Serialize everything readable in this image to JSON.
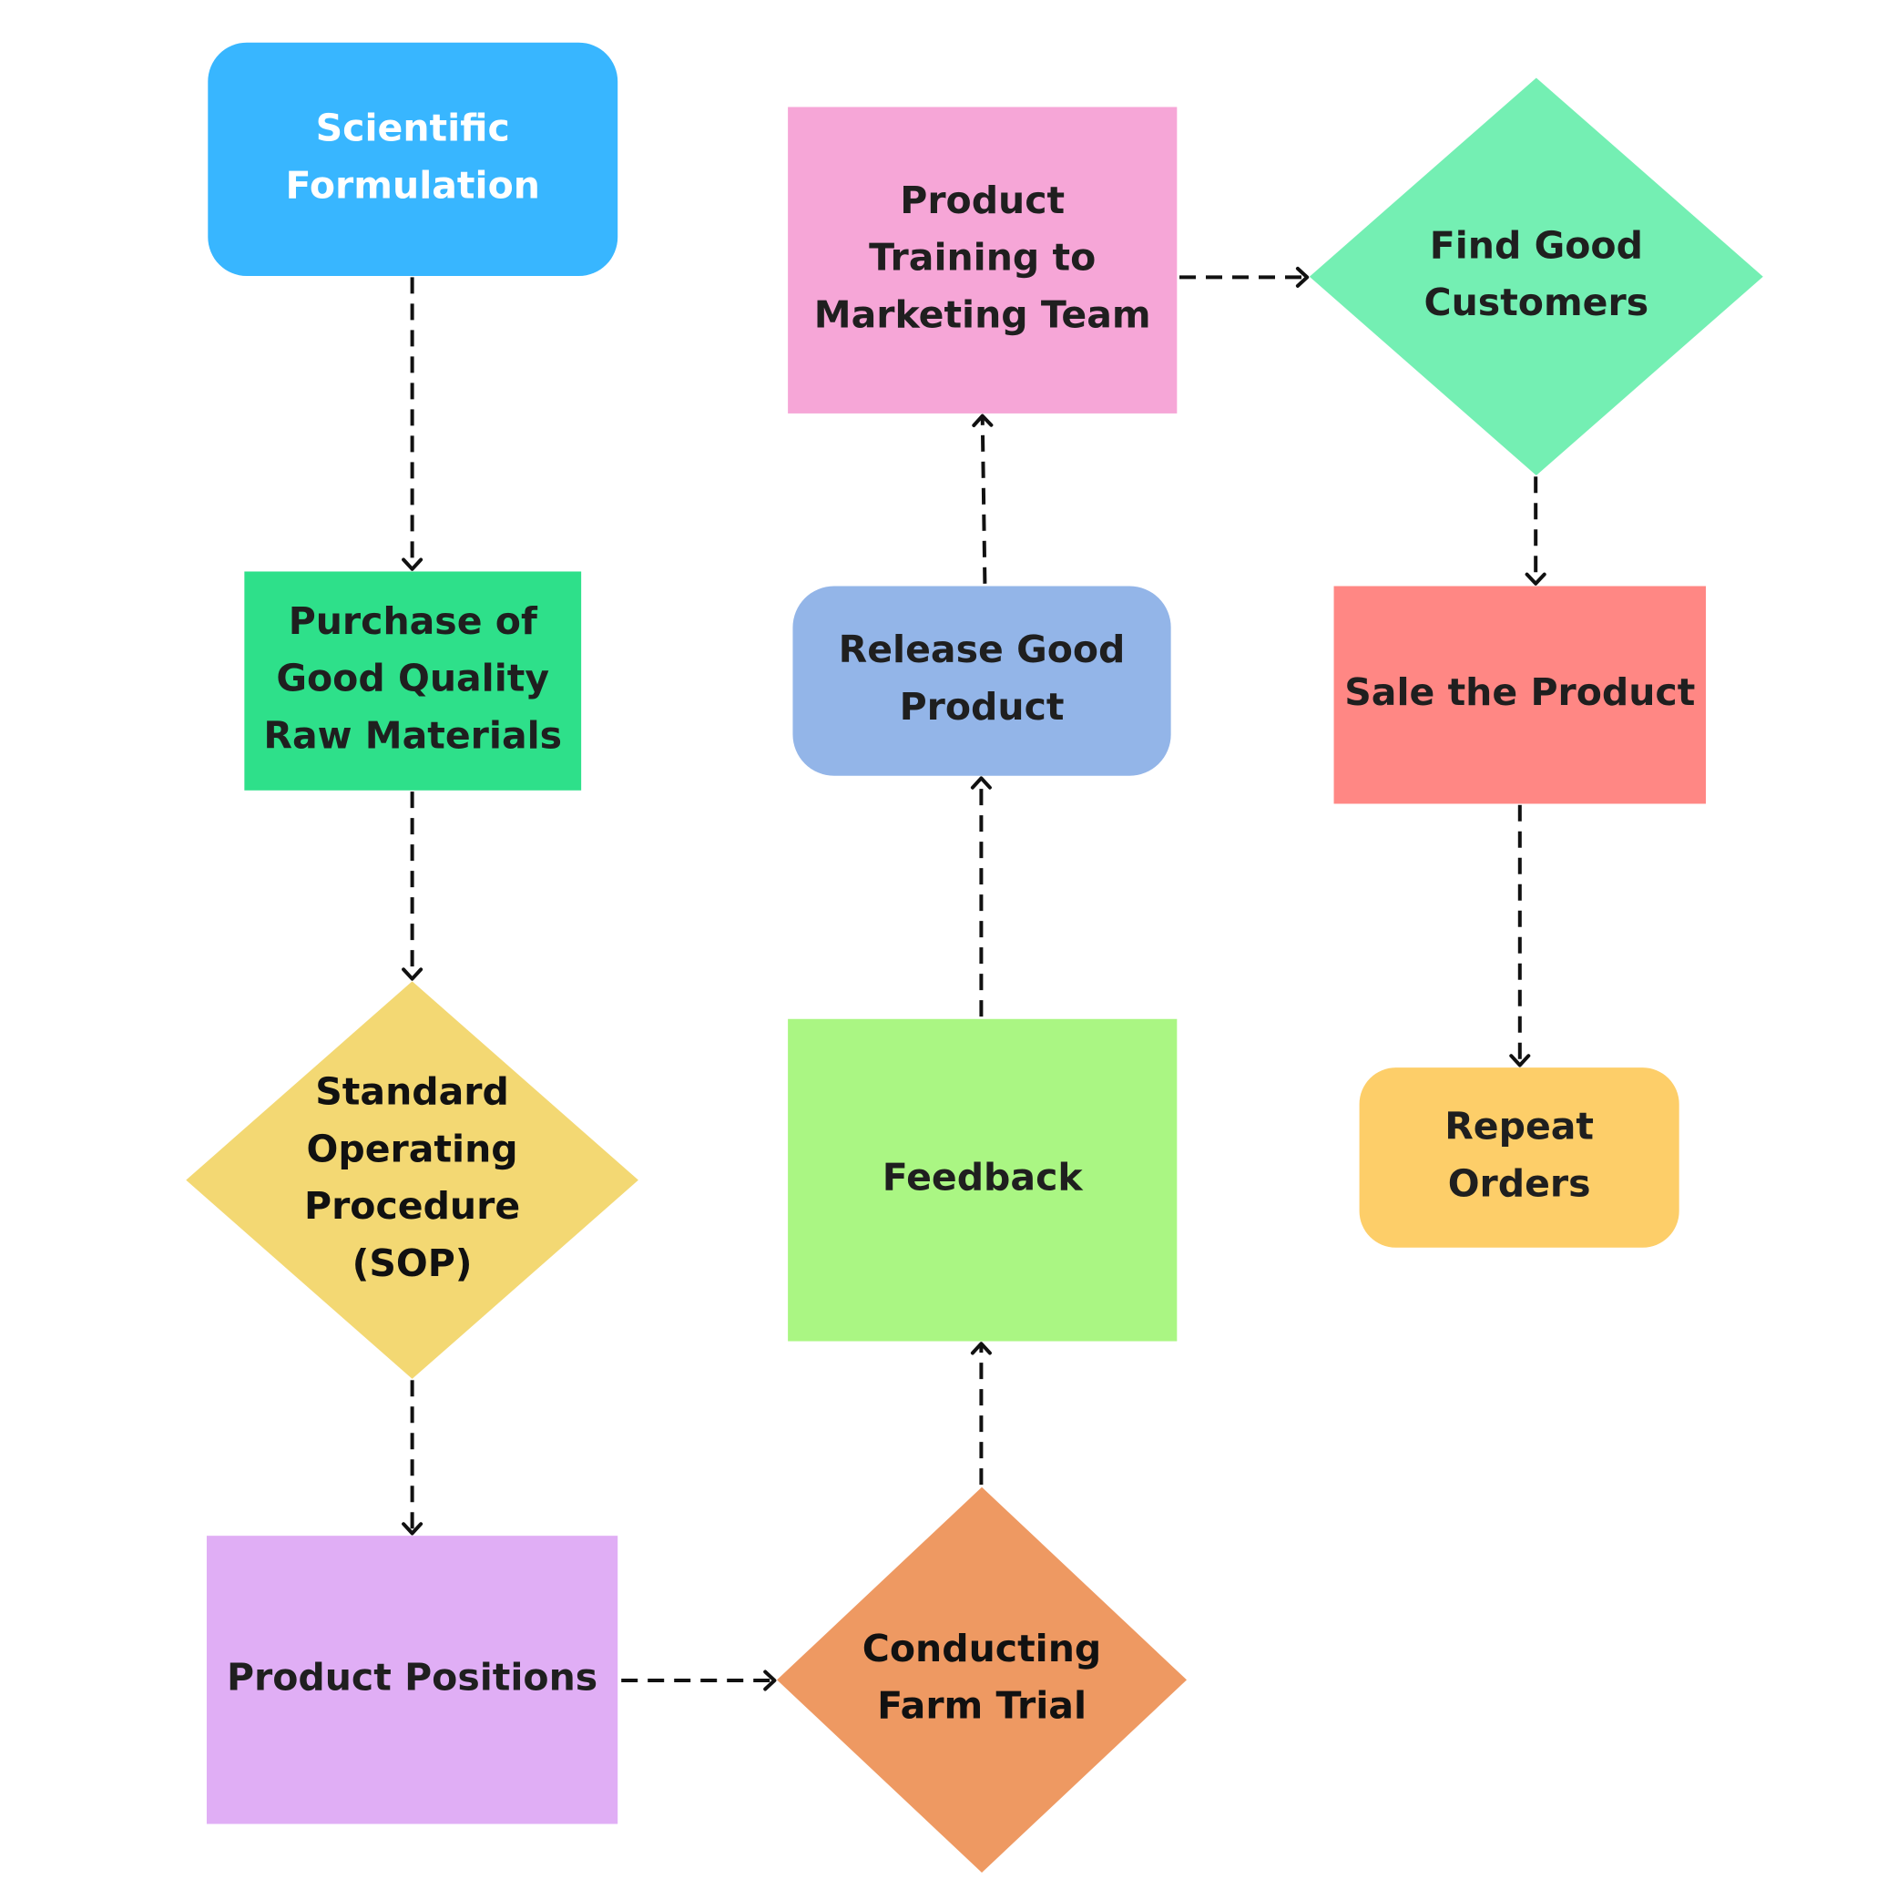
{
  "nodes": [
    {
      "id": "scientific-formulation",
      "shape": "rounded-rect",
      "color": "#38b6ff",
      "text_color": "#ffffff",
      "lines": [
        "Scientific",
        "Formulation"
      ]
    },
    {
      "id": "purchase-raw-materials",
      "shape": "rect",
      "color": "#2ee08a",
      "text_color": "#1f1f1f",
      "lines": [
        "Purchase of",
        "Good Quality",
        "Raw Materials"
      ]
    },
    {
      "id": "standard-operating-procedure",
      "shape": "diamond",
      "color": "#f3d873",
      "text_color": "#111111",
      "lines": [
        "Standard",
        "Operating",
        "Procedure",
        "(SOP)"
      ]
    },
    {
      "id": "product-positions",
      "shape": "rect",
      "color": "#e0aef5",
      "text_color": "#1f1f1f",
      "lines": [
        "Product Positions"
      ]
    },
    {
      "id": "conducting-farm-trial",
      "shape": "diamond",
      "color": "#ee9962",
      "text_color": "#111111",
      "lines": [
        "Conducting",
        "Farm Trial"
      ]
    },
    {
      "id": "feedback",
      "shape": "rect",
      "color": "#aaf683",
      "text_color": "#1f1f1f",
      "lines": [
        "Feedback"
      ]
    },
    {
      "id": "release-good-product",
      "shape": "rounded-rect",
      "color": "#93b5e8",
      "text_color": "#1f1f1f",
      "lines": [
        "Release Good",
        "Product"
      ]
    },
    {
      "id": "product-training",
      "shape": "rect",
      "color": "#f6a6d7",
      "text_color": "#1f1f1f",
      "lines": [
        "Product",
        "Training to",
        "Marketing Team"
      ]
    },
    {
      "id": "find-good-customers",
      "shape": "diamond",
      "color": "#74efb3",
      "text_color": "#1f1f1f",
      "lines": [
        "Find Good",
        "Customers"
      ]
    },
    {
      "id": "sale-the-product",
      "shape": "rect",
      "color": "#ff8784",
      "text_color": "#1f1f1f",
      "lines": [
        "Sale the Product"
      ]
    },
    {
      "id": "repeat-orders",
      "shape": "rounded-rect",
      "color": "#fdce69",
      "text_color": "#1f1f1f",
      "lines": [
        "Repeat",
        "Orders"
      ]
    }
  ],
  "edges": [
    {
      "from": "scientific-formulation",
      "to": "purchase-raw-materials",
      "style": "dashed"
    },
    {
      "from": "purchase-raw-materials",
      "to": "standard-operating-procedure",
      "style": "dashed"
    },
    {
      "from": "standard-operating-procedure",
      "to": "product-positions",
      "style": "dashed"
    },
    {
      "from": "product-positions",
      "to": "conducting-farm-trial",
      "style": "dashed"
    },
    {
      "from": "conducting-farm-trial",
      "to": "feedback",
      "style": "dashed"
    },
    {
      "from": "feedback",
      "to": "release-good-product",
      "style": "dashed"
    },
    {
      "from": "release-good-product",
      "to": "product-training",
      "style": "dashed"
    },
    {
      "from": "product-training",
      "to": "find-good-customers",
      "style": "dashed"
    },
    {
      "from": "find-good-customers",
      "to": "sale-the-product",
      "style": "dashed"
    },
    {
      "from": "sale-the-product",
      "to": "repeat-orders",
      "style": "dashed"
    }
  ]
}
